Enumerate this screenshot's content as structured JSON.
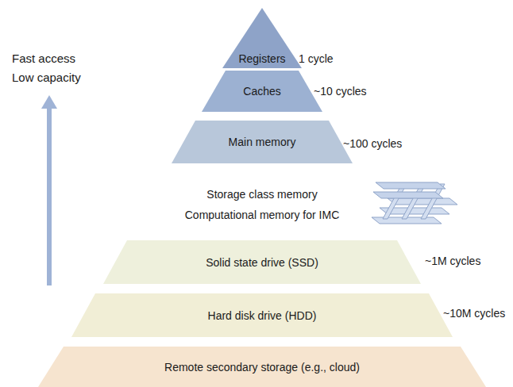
{
  "diagram": {
    "nodes": [
      {
        "text": [
          "Registers"
        ]
      },
      {
        "text": [
          "Caches"
        ]
      },
      {
        "text": [
          "Main memory"
        ]
      },
      {
        "text": [
          "Solid state drive (SSD)"
        ]
      },
      {
        "text": [
          "Hard disk drive (HDD)"
        ]
      },
      {
        "text": [
          "Remote secondary storage (e.g., cloud)"
        ]
      }
    ],
    "labels": [
      "Fast access",
      "Low capacity",
      "1 cycle",
      "~10 cycles",
      "~100 cycles",
      "Storage class memory",
      "Computational memory for IMC",
      "~1M cycles",
      "~10M cycles"
    ]
  }
}
